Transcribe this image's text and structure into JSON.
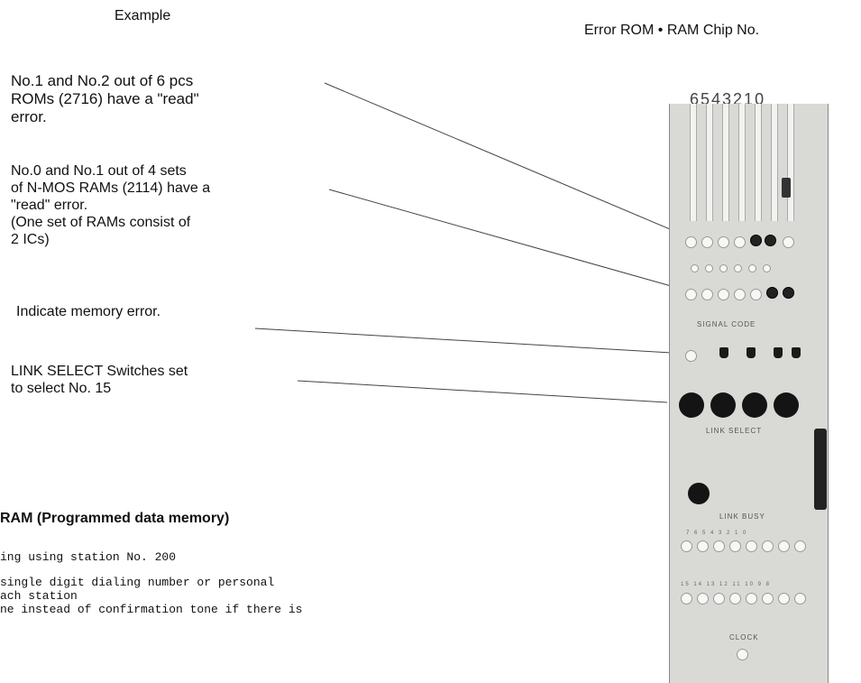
{
  "header": {
    "example": "Example",
    "right_title": "Error ROM • RAM Chip No."
  },
  "annotations": [
    "No.1  and  No.2  out  of  6  pcs\nROMs   (2716)   have a \"read\"\nerror.",
    "No.0  and   No.1  out  of  4  sets\nof  N-MOS  RAMs  (2114)  have a\n\"read\"  error.\n(One  set  of  RAMs  consist  of\n2  ICs)",
    "Indicate  memory  error.",
    "LINK  SELECT  Switches  set\nto  select  No.  15"
  ],
  "panel": {
    "chip_numbers": "6543210",
    "signal_code": "SIGNAL  CODE",
    "link_select": "LINK  SELECT",
    "link_busy": "LINK  BUSY",
    "clock": "CLOCK",
    "busy_row1": "7 6 5 4 3 2 1 0",
    "busy_row2": "15 14 13 12 11 10 9 8"
  },
  "section": {
    "heading": "RAM (Programmed data memory)",
    "lines": [
      "ing using station No. 200",
      "single digit dialing number or personal",
      "ach station",
      "ne instead of confirmation tone if there is"
    ]
  }
}
